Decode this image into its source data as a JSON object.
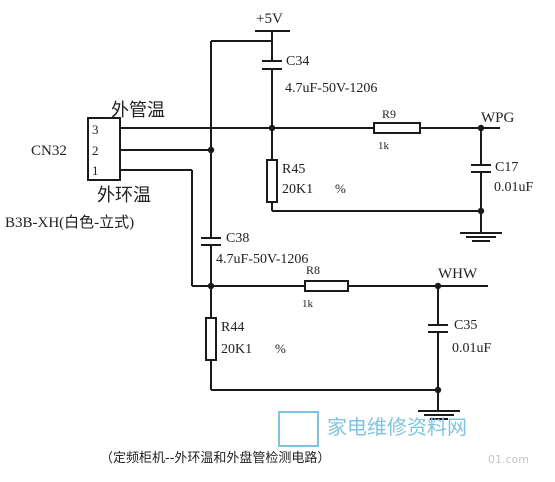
{
  "supply": {
    "label": "+5V"
  },
  "connector": {
    "ref": "CN32",
    "part": "B3B-XH(白色-立式)",
    "pins": [
      "3",
      "2",
      "1"
    ],
    "pin3_label": "外管温",
    "pin1_label": "外环温"
  },
  "components": {
    "c34": {
      "ref": "C34",
      "value": "4.7uF-50V-1206"
    },
    "r9": {
      "ref": "R9",
      "value": "1k"
    },
    "r45": {
      "ref": "R45",
      "value": "20K1",
      "tolerance": "%"
    },
    "c17": {
      "ref": "C17",
      "value": "0.01uF"
    },
    "c38": {
      "ref": "C38",
      "value": "4.7uF-50V-1206"
    },
    "r8": {
      "ref": "R8",
      "value": "1k"
    },
    "r44": {
      "ref": "R44",
      "value": "20K1",
      "tolerance": "%"
    },
    "c35": {
      "ref": "C35",
      "value": "0.01uF"
    }
  },
  "nets": {
    "wpg": "WPG",
    "whw": "WHW"
  },
  "watermark": {
    "text": "家电维修资料网",
    "sub": "01.com"
  },
  "caption": "（定频柜机--外环温和外盘管检测电路）",
  "colors": {
    "wire": "#1a1a1a",
    "watermark": "#7fc4de",
    "watermark_sub": "#c6c6c6"
  }
}
